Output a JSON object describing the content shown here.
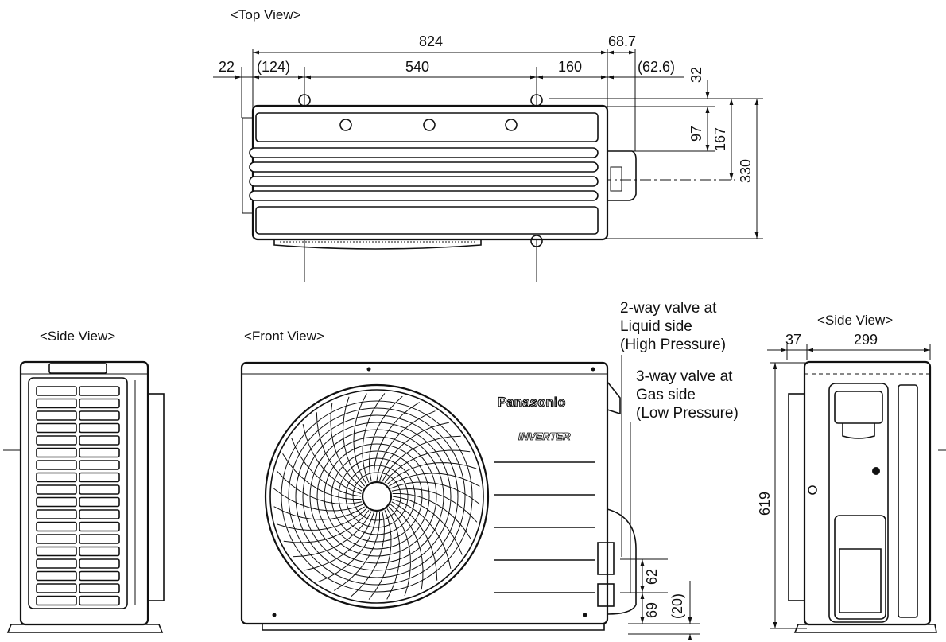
{
  "views": {
    "top_title": "<Top View>",
    "front_title": "<Front View>",
    "side_left_title": "<Side View>",
    "side_right_title": "<Side View>"
  },
  "dimensions": {
    "top_overall_width": "824",
    "top_pipe_offset": "68.7",
    "top_left_margin": "22",
    "top_left_gap": "(124)",
    "top_mount_pitch": "540",
    "top_right_gap": "160",
    "top_right_extra": "(62.6)",
    "top_depth_a": "32",
    "top_depth_b": "97",
    "top_depth_c": "167",
    "top_depth_total": "330",
    "front_valve_a": "62",
    "front_valve_b": "69",
    "front_valve_c": "(20)",
    "side_offset": "37",
    "side_width": "299",
    "side_height": "619"
  },
  "notes": {
    "valve_2way": [
      "2-way valve at",
      "Liquid side",
      "(High Pressure)"
    ],
    "valve_3way": [
      "3-way valve at",
      "Gas side",
      "(Low Pressure)"
    ]
  },
  "brand": {
    "name": "Panasonic",
    "sub": "INVERTER"
  }
}
